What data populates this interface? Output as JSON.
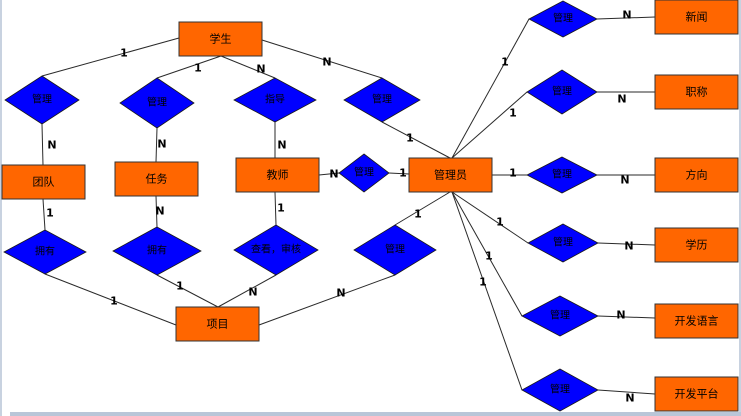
{
  "diagram": {
    "type": "er-diagram",
    "colors": {
      "entity_fill": "#ff6600",
      "relationship_fill": "#0000ff",
      "line": "#2a2a2a"
    },
    "entities": [
      {
        "id": "student",
        "label": "学生"
      },
      {
        "id": "team",
        "label": "团队"
      },
      {
        "id": "task",
        "label": "任务"
      },
      {
        "id": "teacher",
        "label": "教师"
      },
      {
        "id": "project",
        "label": "项目"
      },
      {
        "id": "admin",
        "label": "管理员"
      },
      {
        "id": "news",
        "label": "新闻"
      },
      {
        "id": "title",
        "label": "职称"
      },
      {
        "id": "direction",
        "label": "方向"
      },
      {
        "id": "education",
        "label": "学历"
      },
      {
        "id": "dev_language",
        "label": "开发语言"
      },
      {
        "id": "dev_platform",
        "label": "开发平台"
      }
    ],
    "relationships": [
      {
        "id": "r_student_team",
        "label": "管理"
      },
      {
        "id": "r_student_task",
        "label": "管理"
      },
      {
        "id": "r_student_teacher",
        "label": "指导"
      },
      {
        "id": "r_admin_student",
        "label": "管理"
      },
      {
        "id": "r_team_project",
        "label": "拥有"
      },
      {
        "id": "r_task_project",
        "label": "拥有"
      },
      {
        "id": "r_teacher_project",
        "label": "查看，审核"
      },
      {
        "id": "r_admin_project",
        "label": "管理"
      },
      {
        "id": "r_admin_teacher",
        "label": "管理"
      },
      {
        "id": "r_admin_news",
        "label": "管理"
      },
      {
        "id": "r_admin_title",
        "label": "管理"
      },
      {
        "id": "r_admin_direction",
        "label": "管理"
      },
      {
        "id": "r_admin_education",
        "label": "管理"
      },
      {
        "id": "r_admin_devlang",
        "label": "管理"
      },
      {
        "id": "r_admin_devplat",
        "label": "管理"
      }
    ],
    "connections": [
      {
        "from": "student",
        "to": "r_student_team",
        "cardinality": "1"
      },
      {
        "from": "r_student_team",
        "to": "team",
        "cardinality": "N"
      },
      {
        "from": "student",
        "to": "r_student_task",
        "cardinality": "1"
      },
      {
        "from": "r_student_task",
        "to": "task",
        "cardinality": "N"
      },
      {
        "from": "student",
        "to": "r_student_teacher",
        "cardinality": "N"
      },
      {
        "from": "r_student_teacher",
        "to": "teacher",
        "cardinality": "N"
      },
      {
        "from": "student",
        "to": "r_admin_student",
        "cardinality": "N"
      },
      {
        "from": "r_admin_student",
        "to": "admin",
        "cardinality": "1"
      },
      {
        "from": "team",
        "to": "r_team_project",
        "cardinality": "1"
      },
      {
        "from": "r_team_project",
        "to": "project",
        "cardinality": "1"
      },
      {
        "from": "task",
        "to": "r_task_project",
        "cardinality": "N"
      },
      {
        "from": "r_task_project",
        "to": "project",
        "cardinality": "1"
      },
      {
        "from": "teacher",
        "to": "r_teacher_project",
        "cardinality": "1"
      },
      {
        "from": "r_teacher_project",
        "to": "project",
        "cardinality": "N"
      },
      {
        "from": "admin",
        "to": "r_admin_project",
        "cardinality": "1"
      },
      {
        "from": "r_admin_project",
        "to": "project",
        "cardinality": "N"
      },
      {
        "from": "teacher",
        "to": "r_admin_teacher",
        "cardinality": "N"
      },
      {
        "from": "r_admin_teacher",
        "to": "admin",
        "cardinality": "1"
      },
      {
        "from": "admin",
        "to": "r_admin_news",
        "cardinality": "1"
      },
      {
        "from": "r_admin_news",
        "to": "news",
        "cardinality": "N"
      },
      {
        "from": "admin",
        "to": "r_admin_title",
        "cardinality": "1"
      },
      {
        "from": "r_admin_title",
        "to": "title",
        "cardinality": "N"
      },
      {
        "from": "admin",
        "to": "r_admin_direction",
        "cardinality": "1"
      },
      {
        "from": "r_admin_direction",
        "to": "direction",
        "cardinality": "N"
      },
      {
        "from": "admin",
        "to": "r_admin_education",
        "cardinality": "1"
      },
      {
        "from": "r_admin_education",
        "to": "education",
        "cardinality": "N"
      },
      {
        "from": "admin",
        "to": "r_admin_devlang",
        "cardinality": "1"
      },
      {
        "from": "r_admin_devlang",
        "to": "dev_language",
        "cardinality": "N"
      },
      {
        "from": "admin",
        "to": "r_admin_devplat",
        "cardinality": "1"
      },
      {
        "from": "r_admin_devplat",
        "to": "dev_platform",
        "cardinality": "N"
      }
    ]
  }
}
